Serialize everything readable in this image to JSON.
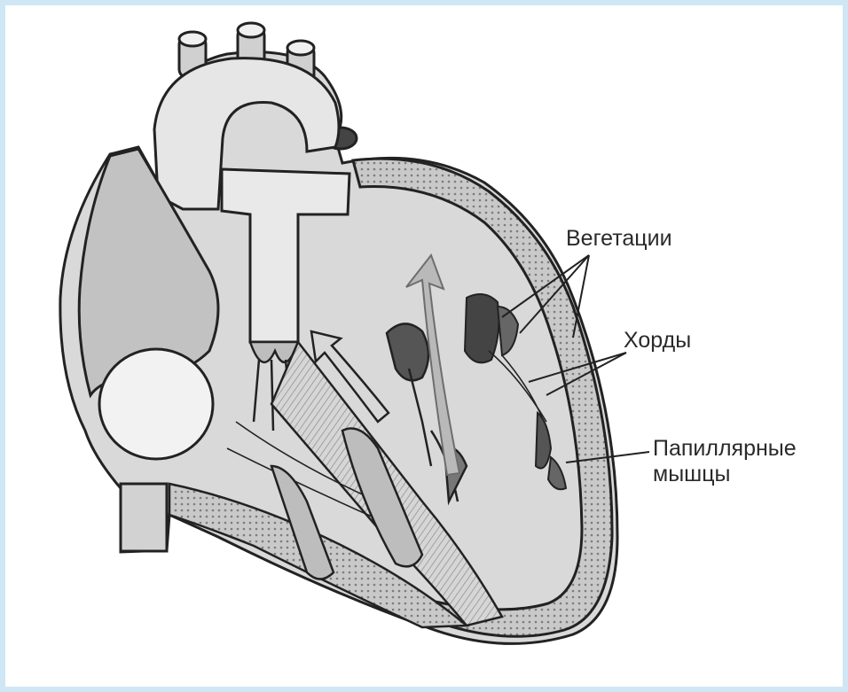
{
  "labels": {
    "vegetations": "Вегетации",
    "chordae": "Хорды",
    "papillary_line1": "Папиллярные",
    "papillary_line2": "мышцы"
  },
  "colors": {
    "frame": "#cfe6f5",
    "ink": "#2a2a2a",
    "wall_fill": "#bdbdbd",
    "light_fill": "#e9e9e9"
  }
}
